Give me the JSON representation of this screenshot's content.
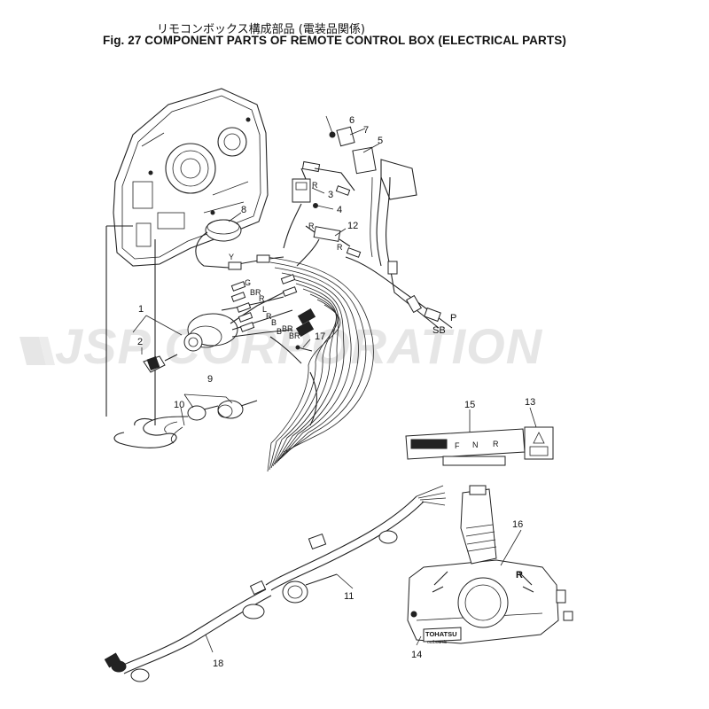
{
  "header": {
    "title_jp": "リモコンボックス構成部品 (電装品関係)",
    "title_en": "Fig. 27   COMPONENT PARTS OF REMOTE CONTROL BOX (ELECTRICAL PARTS)"
  },
  "watermark": {
    "text": "JSP CORPORATION",
    "color": "#e6e6e6"
  },
  "callouts": {
    "n1": "1",
    "n2": "2",
    "n3": "3",
    "n4": "4",
    "n5": "5",
    "n6": "6",
    "n7": "7",
    "n8": "8",
    "n9": "9",
    "n10": "10",
    "n11": "11",
    "n12": "12",
    "n13": "13",
    "n14": "14",
    "n15": "15",
    "n16": "16",
    "n17": "17",
    "n18": "18"
  },
  "wire_labels": {
    "r_top": "R",
    "r_12a": "R",
    "r_12b": "R",
    "y": "Y",
    "g": "G",
    "br1": "BR",
    "r_mid": "R",
    "l": "L",
    "r_low": "R",
    "b_mid": "B",
    "b_low": "B",
    "br2": "BR",
    "br3": "BR",
    "p": "P",
    "sb": "SB"
  },
  "indicator_labels": {
    "f": "F",
    "n": "N",
    "r": "R"
  },
  "control_box": {
    "brand": "TOHATSU",
    "sub": "outboards",
    "lever_r": "R"
  }
}
